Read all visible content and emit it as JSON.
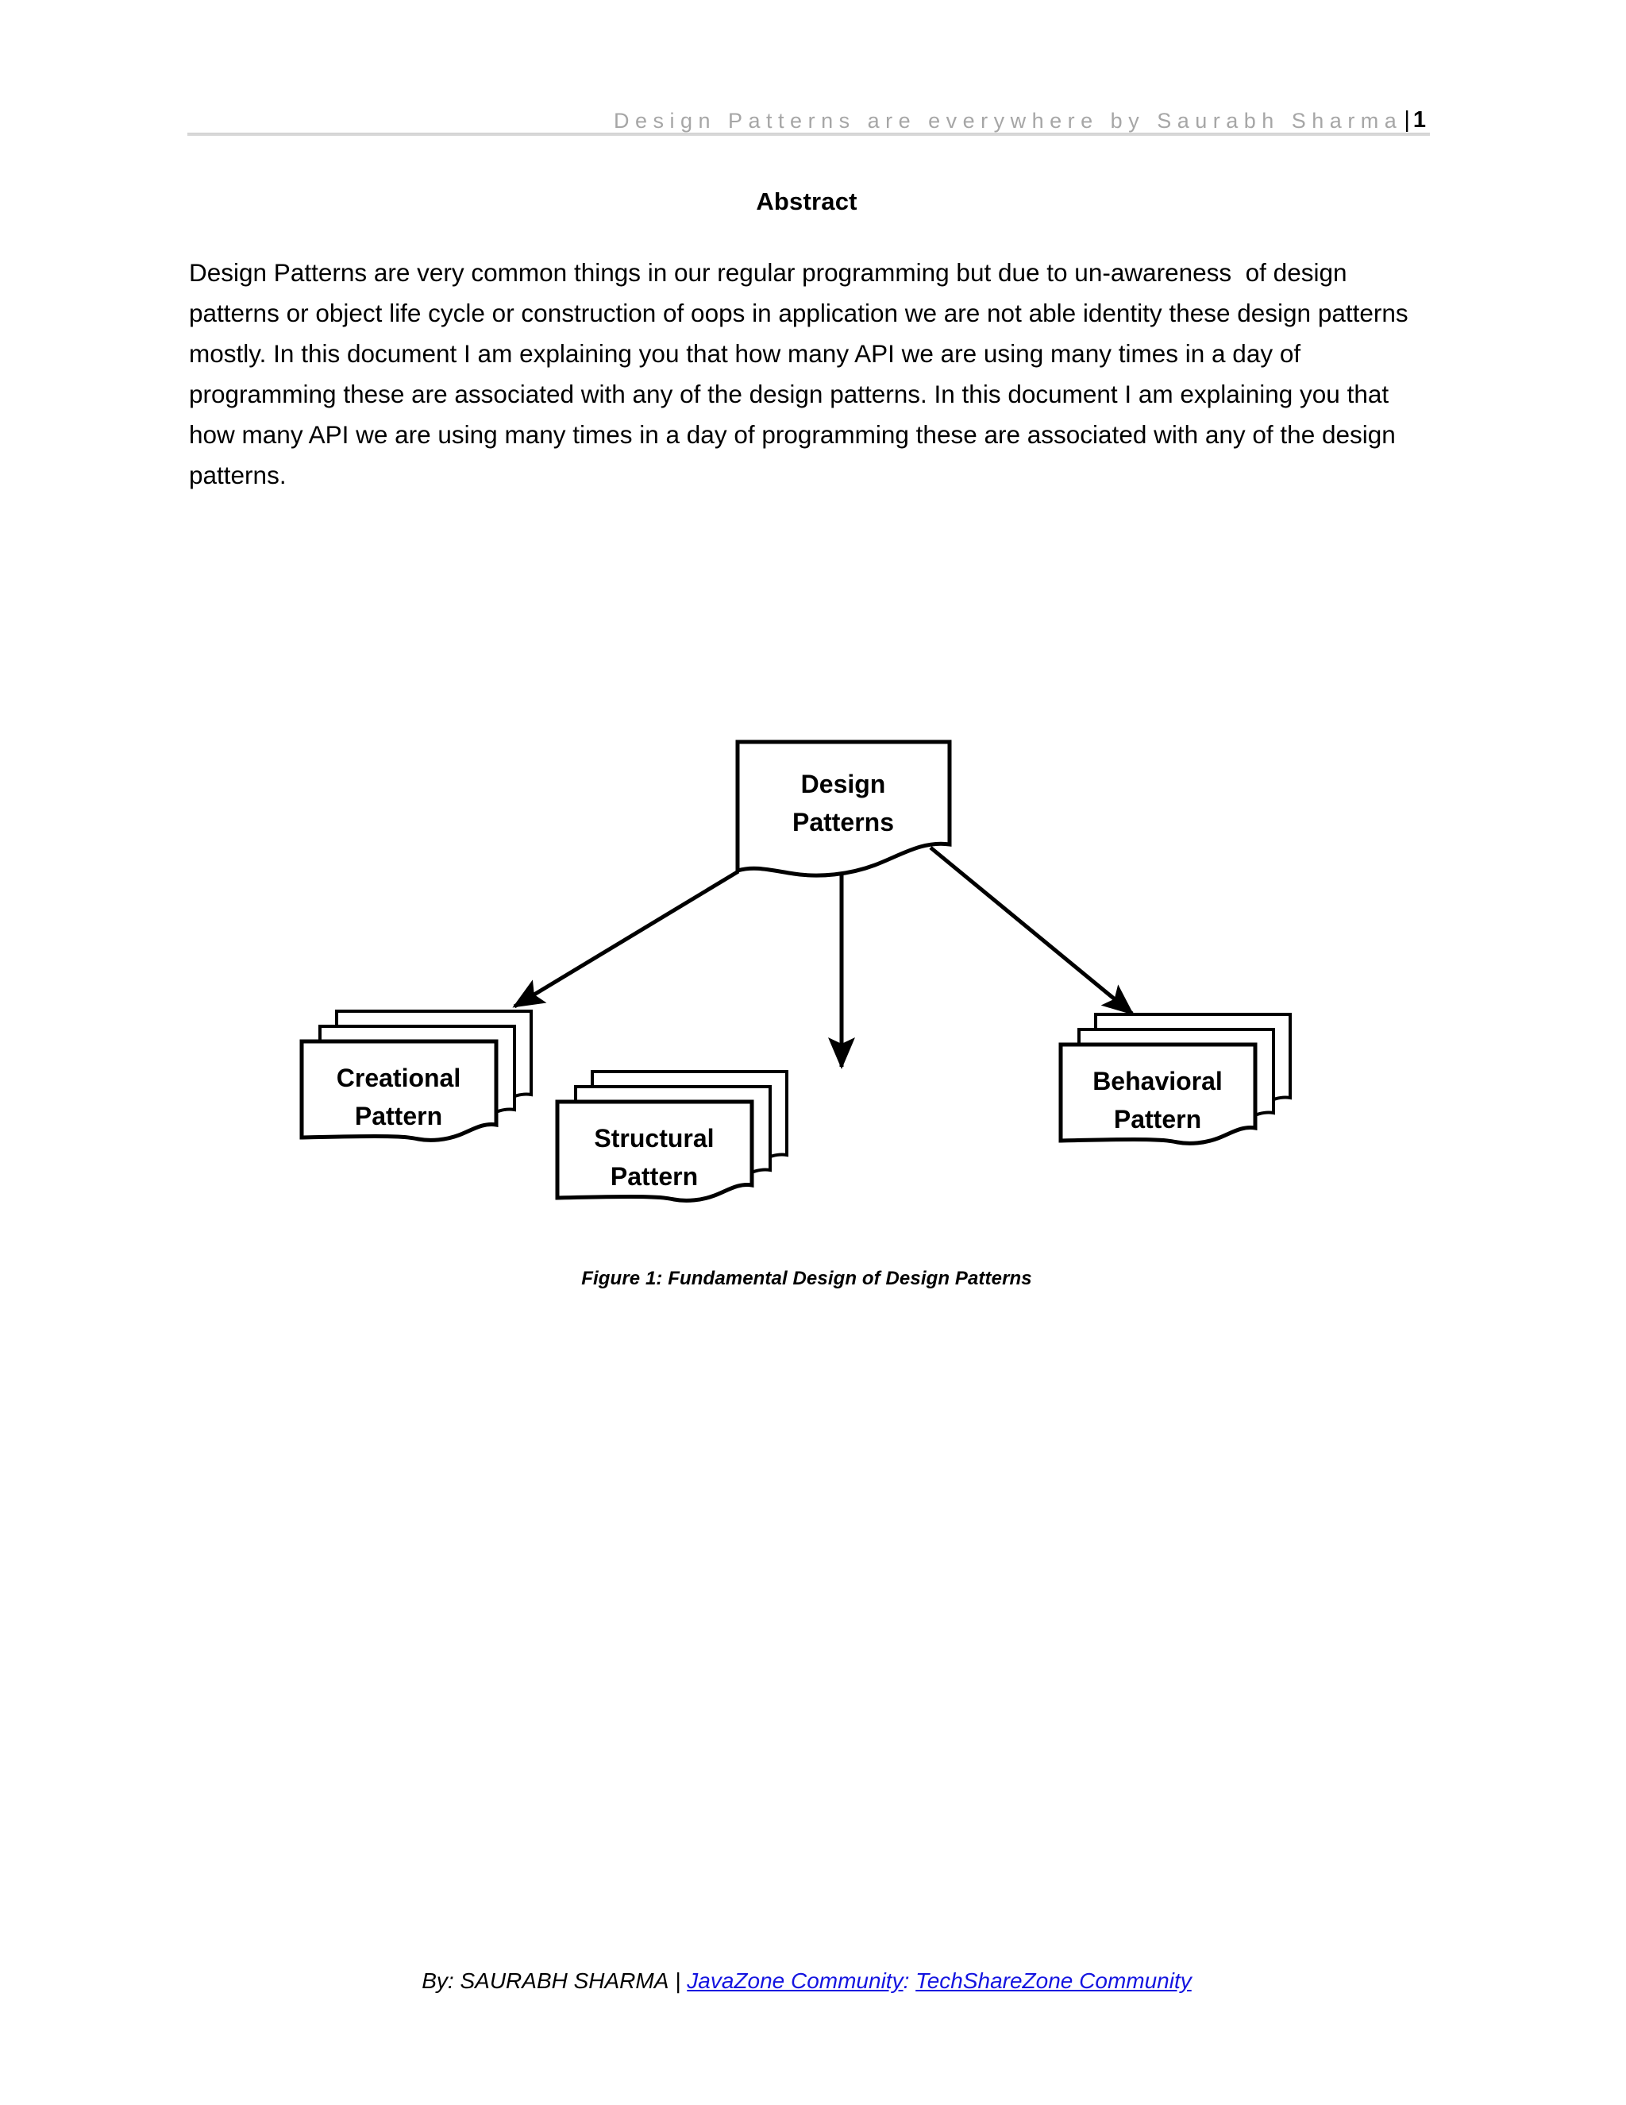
{
  "header": {
    "title": "Design Patterns are everywhere by Saurabh Sharma",
    "separator": "|",
    "page_number": "1",
    "title_color": "#a6a6a6",
    "rule_color": "#d8d8d8"
  },
  "abstract": {
    "heading": "Abstract",
    "body": "Design Patterns are very common things in our regular programming but due to un-awareness  of design patterns or object life cycle or construction of oops in application we are not able identity these design patterns mostly. In this document I am explaining you that how many API we are using many times in a day of programming these are associated with any of the design patterns. In this document I am explaining you that how many API we are using many times in a day of programming these are associated with any of the design patterns."
  },
  "figure": {
    "caption": "Figure 1: Fundamental Design of Design Patterns",
    "root": {
      "line1": "Design",
      "line2": "Patterns"
    },
    "children": [
      {
        "line1": "Creational",
        "line2": "Pattern"
      },
      {
        "line1": "Structural",
        "line2": "Pattern"
      },
      {
        "line1": "Behavioral",
        "line2": "Pattern"
      }
    ],
    "stroke_color": "#000000",
    "fill_color": "#ffffff"
  },
  "footer": {
    "author": "By: SAURABH SHARMA",
    "pipe": "|",
    "link1": "JavaZone Community",
    "colon": ":",
    "link2": "TechShareZone Community",
    "link_color": "#1414e0"
  }
}
